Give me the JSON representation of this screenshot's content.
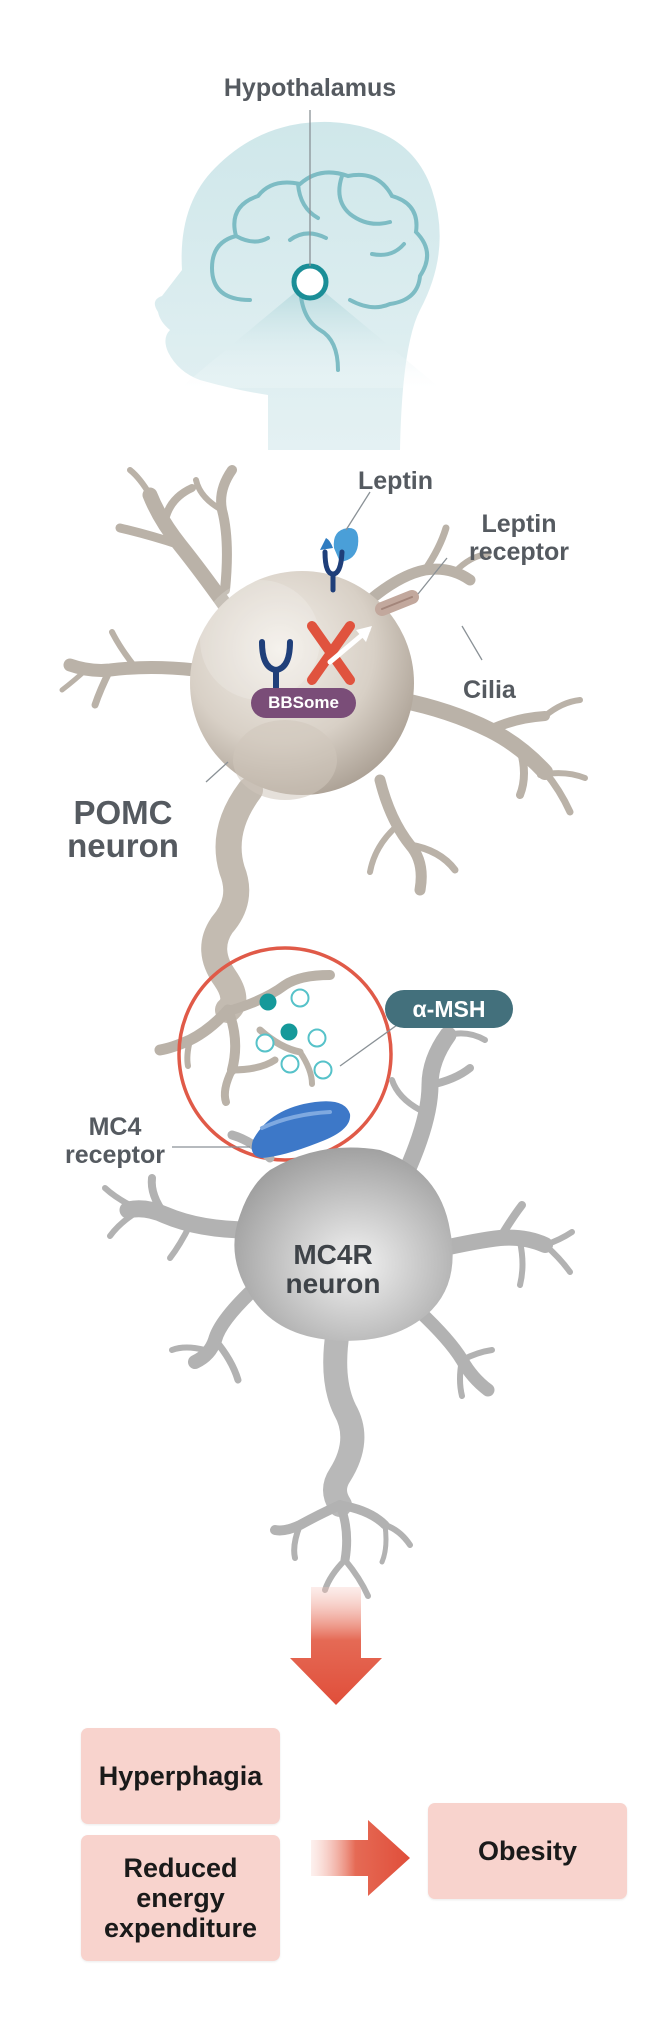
{
  "labels": {
    "hypothalamus": "Hypothalamus",
    "leptin": "Leptin",
    "leptin_receptor": [
      "Leptin",
      "receptor"
    ],
    "cilia": "Cilia",
    "bbsome": "BBSome",
    "pomc_neuron": [
      "POMC",
      "neuron"
    ],
    "alpha_msh": "α-MSH",
    "mc4_receptor": [
      "MC4",
      "receptor"
    ],
    "mc4r_neuron": [
      "MC4R",
      "neuron"
    ]
  },
  "outcomes": {
    "hyperphagia": "Hyperphagia",
    "reduced_energy": [
      "Reduced",
      "energy",
      "expenditure"
    ],
    "obesity": "Obesity"
  },
  "colors": {
    "arrow_red": "#e04e3a",
    "box_pink": "#f8d3cd",
    "label_gray": "#555a60",
    "pomc_body": "#c9c0b6",
    "dendrite_tan": "#b8b0a6",
    "mc4r_gray": "#aeaeae",
    "teal": "#18a2a2",
    "head_teal": "#d6ecee",
    "bbsome_purple": "#7a4d78",
    "msh_badge": "#43707c",
    "receptor_blue": "#3d78c8",
    "synapse_circle": "#e05a48"
  },
  "icons": {
    "inhibition_mark": "x-icon",
    "transport_arrow": "arrow-right-icon"
  }
}
